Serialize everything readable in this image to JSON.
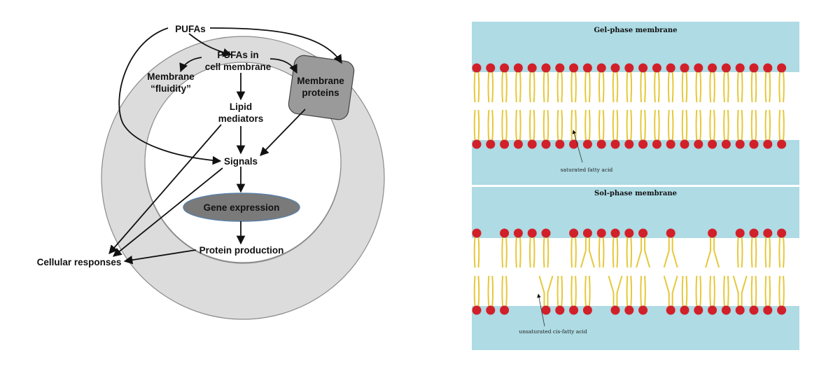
{
  "left_diagram": {
    "labels": {
      "pufas": "PUFAs",
      "pufas_in_line1": "PUFAs in",
      "pufas_in_line2": "cell membrane",
      "fluidity_line1": "Membrane",
      "fluidity_line2": "“fluidity”",
      "proteins_line1": "Membrane",
      "proteins_line2": "proteins",
      "lipid_line1": "Lipid",
      "lipid_line2": "mediators",
      "signals": "Signals",
      "gene_expression": "Gene expression",
      "protein_production": "Protein production",
      "cellular_responses": "Cellular responses"
    },
    "colors": {
      "ring": "#dcdcdc",
      "protein_box": "#9a9a9a",
      "gene_ellipse": "#7a7a7a",
      "gene_ellipse_border": "#5b7fa6"
    }
  },
  "right_diagram": {
    "gel_panel": {
      "title": "Gel-phase membrane",
      "annotation": "saturated fatty acid"
    },
    "sol_panel": {
      "title": "Sol-phase membrane",
      "annotation": "unsaturated cis-fatty acid"
    },
    "colors": {
      "water": "#aedbe4",
      "head": "#d2202a",
      "tail": "#e6c83a",
      "core": "#ffffff"
    }
  }
}
